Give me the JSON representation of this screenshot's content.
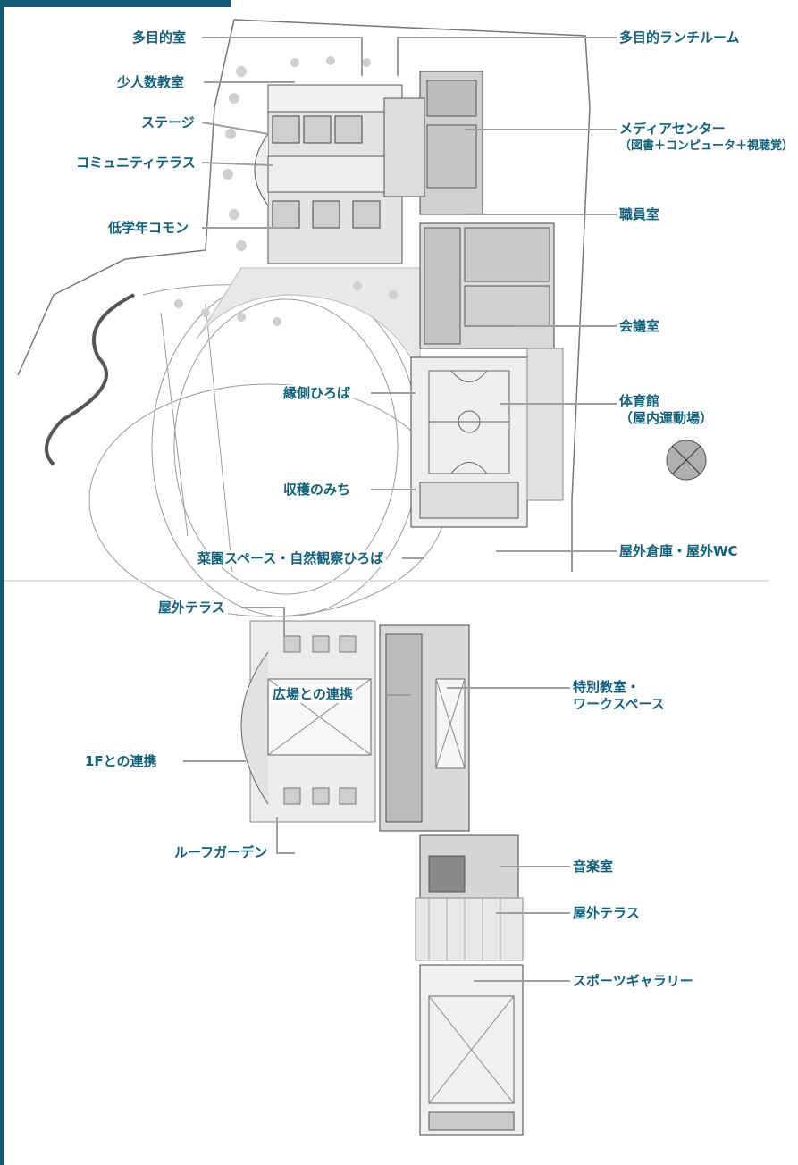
{
  "colors": {
    "accent": "#0f5b73",
    "label_text": "#12607a",
    "leader_line": "#9aa0a3",
    "plan_fill": "#e6e6e6",
    "wall": "#555555"
  },
  "plan_1f": {
    "labels": {
      "tamokuteki": "多目的室",
      "shoninzu": "少人数教室",
      "stage": "ステージ",
      "community_terrace": "コミュニティテラス",
      "teigakunen_common": "低学年コモン",
      "engawa": "縁側ひろば",
      "shukaku": "収穫のみち",
      "saien": "菜園スペース・自然観察ひろば",
      "lunch_room": "多目的ランチルーム",
      "media_center_line1": "メディアセンター",
      "media_center_line2": "（図書＋コンピュータ＋視聴覚）",
      "shokuin": "職員室",
      "kaigi": "会議室",
      "gym_line1": "体育館",
      "gym_line2": "（屋内運動場）",
      "outdoor_storage": "屋外倉庫・屋外WC"
    }
  },
  "plan_2f": {
    "labels": {
      "outdoor_terrace_top": "屋外テラス",
      "renkei_1f": "1Fとの連携",
      "roof_garden": "ルーフガーデン",
      "hiroba_renkei": "広場との連携",
      "special_classroom_line1": "特別教室・",
      "special_classroom_line2": "ワークスペース",
      "music_room": "音楽室",
      "outdoor_terrace_right": "屋外テラス",
      "sports_gallery": "スポーツギャラリー"
    }
  }
}
